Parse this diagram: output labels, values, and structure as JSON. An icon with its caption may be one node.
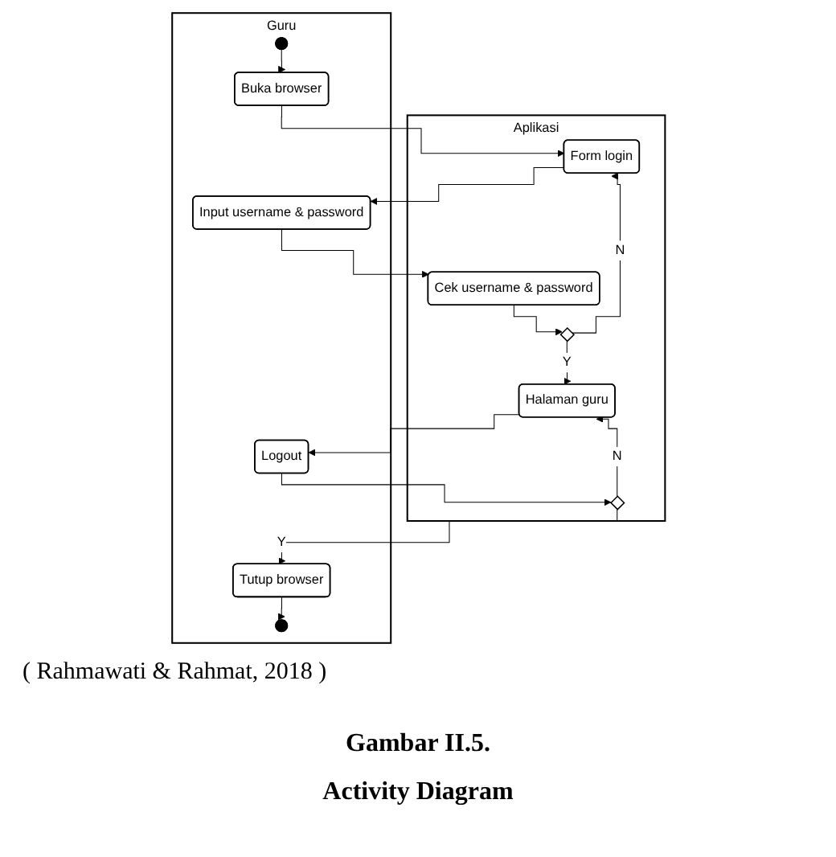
{
  "diagram": {
    "caption": "Gambar II.5. Activity Diagram",
    "nodes": [
      {
        "text": [
          "Guru"
        ]
      },
      {
        "text": [
          "Aplikasi"
        ]
      },
      {
        "text": [],
        "shape": "circle",
        "in": 0
      },
      {
        "text": [
          "Buka browser"
        ],
        "in": 0
      },
      {
        "text": [
          "Form login"
        ],
        "in": 1
      },
      {
        "text": [
          "Input username & password"
        ],
        "in": 0
      },
      {
        "text": [
          "Cek username & password"
        ],
        "in": 1
      },
      {
        "text": [],
        "shape": "diamond",
        "in": 1
      },
      {
        "text": [
          "Halaman guru"
        ],
        "in": 1
      },
      {
        "text": [
          "Logout"
        ],
        "in": 0
      },
      {
        "text": [],
        "shape": "diamond",
        "in": 1
      },
      {
        "text": [
          "Tutup browser"
        ],
        "in": 0
      },
      {
        "text": [],
        "shape": "circle",
        "in": 0
      }
    ],
    "edges": [
      {
        "from": 2,
        "to": 3,
        "arrow": "to"
      },
      {
        "from": 3,
        "to": 4,
        "arrow": "to"
      },
      {
        "from": 4,
        "to": 5,
        "arrow": "to"
      },
      {
        "from": 5,
        "to": 6,
        "arrow": "to"
      },
      {
        "from": 6,
        "to": 7,
        "arrow": "to"
      },
      {
        "from": 7,
        "to": 4,
        "arrow": "to",
        "label": "N"
      },
      {
        "from": 7,
        "to": 8,
        "arrow": "to",
        "label": "Y"
      },
      {
        "from": 8,
        "to": 9,
        "arrow": "to"
      },
      {
        "from": 9,
        "to": 10,
        "arrow": "to"
      },
      {
        "from": 10,
        "to": 8,
        "arrow": "to",
        "label": "N"
      },
      {
        "from": 10,
        "to": 11,
        "arrow": "to",
        "label": "Y"
      },
      {
        "from": 11,
        "to": 12,
        "arrow": "to"
      }
    ],
    "labels": [
      "( Rahmawati & Rahmat, 2018 )"
    ]
  }
}
